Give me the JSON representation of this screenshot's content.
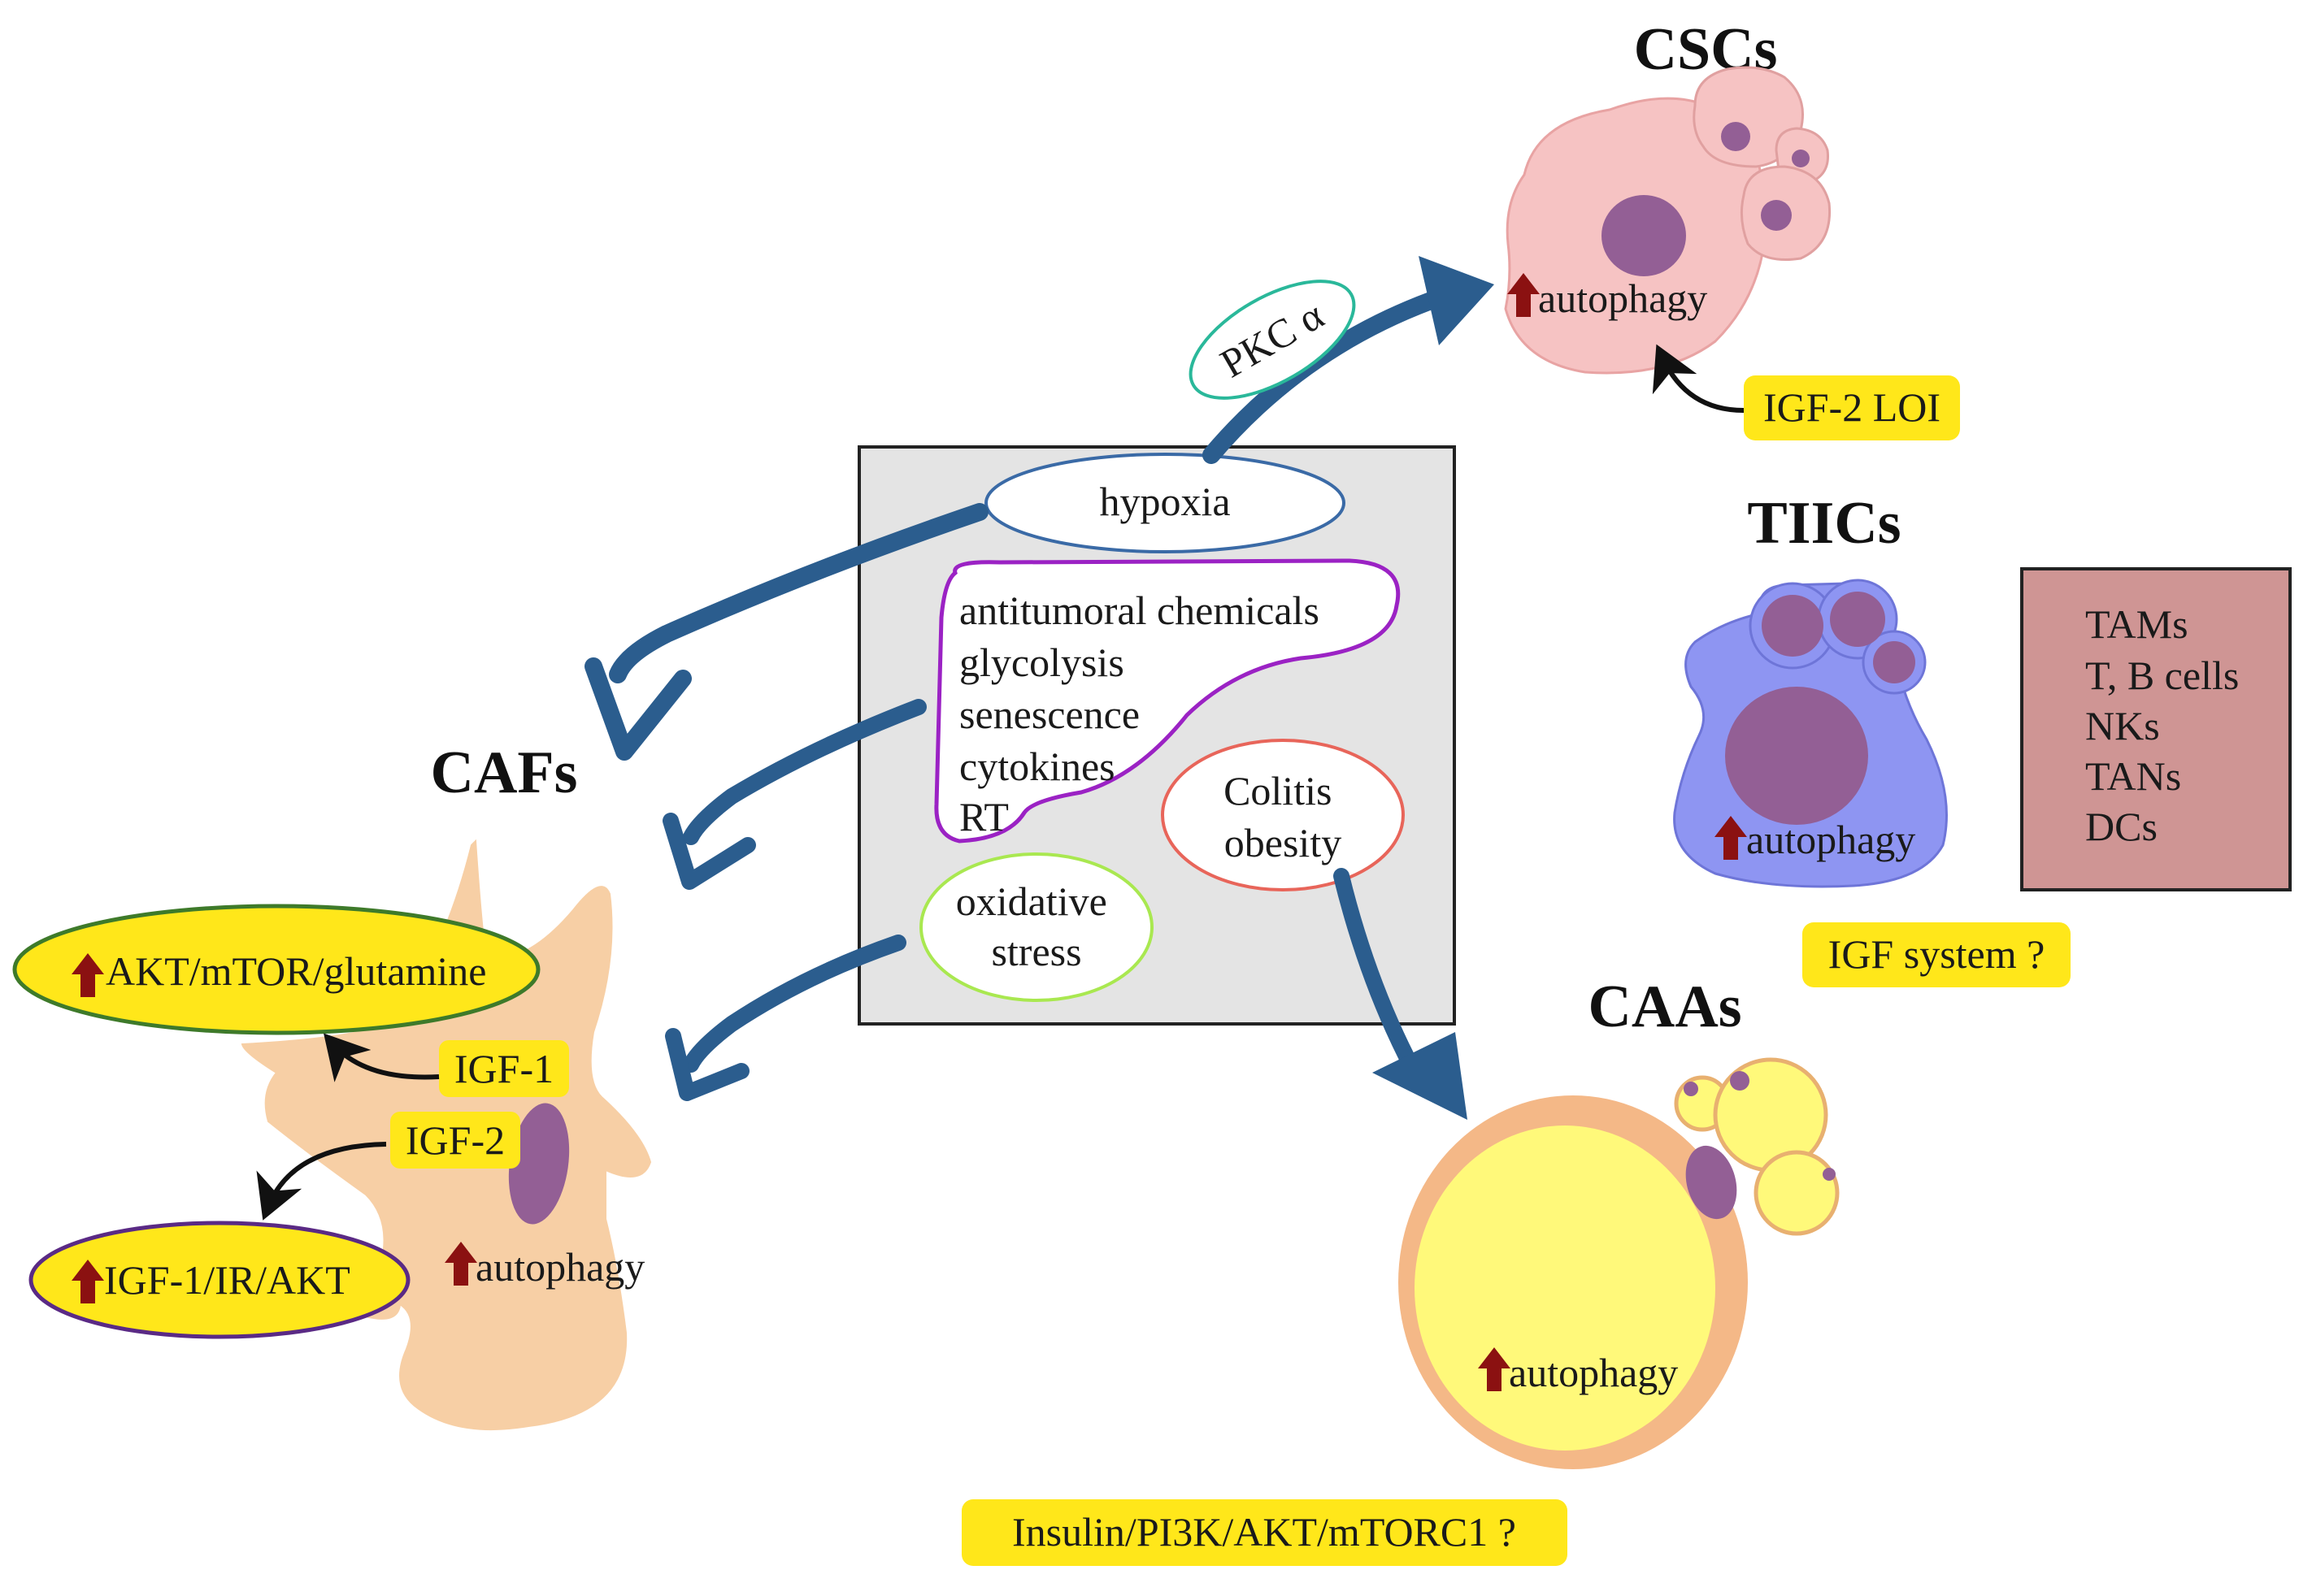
{
  "colors": {
    "arrow_blue": "#2b5d8e",
    "up_arrow": "#8b1111",
    "yellow_highlight": "#ffe71a",
    "box_gray": "#e4e4e4",
    "caf_cell": "#f7cfa5",
    "csc_cell": "#f6c3c3",
    "tiic_cell": "#8e95f2",
    "caa_fill": "#fff97a",
    "caa_border": "#f4b887",
    "nucleus": "#935f95",
    "tiic_list_box": "#cf9594"
  },
  "center_box": {
    "hypoxia": "hypoxia",
    "stimuli": [
      "antitumoral chemicals",
      "glycolysis",
      "senescence",
      "cytokines",
      "RT"
    ],
    "colitis": [
      "Colitis",
      "obesity"
    ],
    "oxidative": [
      "oxidative",
      "stress"
    ]
  },
  "pkc_label": "PKC α",
  "csc": {
    "title": "CSCs",
    "autophagy": "autophagy",
    "igf2_loi": "IGF-2 LOI"
  },
  "tiic": {
    "title": "TIICs",
    "autophagy": "autophagy",
    "cell_types": [
      "TAMs",
      "T, B cells",
      "NKs",
      "TANs",
      "DCs"
    ],
    "igf_system": "IGF system ?"
  },
  "caf": {
    "title": "CAFs",
    "akt_pathway": "AKT/mTOR/glutamine",
    "igf1": "IGF-1",
    "igf2": "IGF-2",
    "igf1r_pathway": "IGF-1/IR/AKT",
    "autophagy": "autophagy"
  },
  "caa": {
    "title": "CAAs",
    "autophagy": "autophagy",
    "insulin_pathway": "Insulin/PI3K/AKT/mTORC1 ?"
  }
}
